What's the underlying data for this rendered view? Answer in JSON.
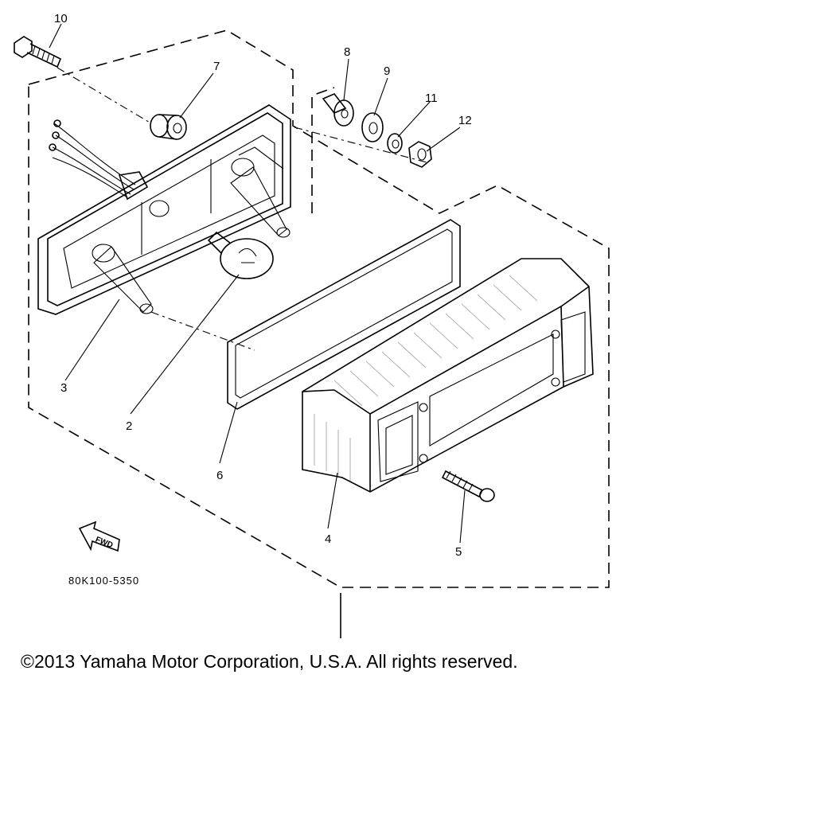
{
  "diagram": {
    "part_numbers": [
      "2",
      "3",
      "4",
      "5",
      "6",
      "7",
      "8",
      "9",
      "10",
      "11",
      "12"
    ],
    "diagram_code": "80K100-5350",
    "fwd_label": "FWD"
  },
  "footer": {
    "copyright": "©2013 Yamaha Motor Corporation, U.S.A. All rights reserved."
  }
}
